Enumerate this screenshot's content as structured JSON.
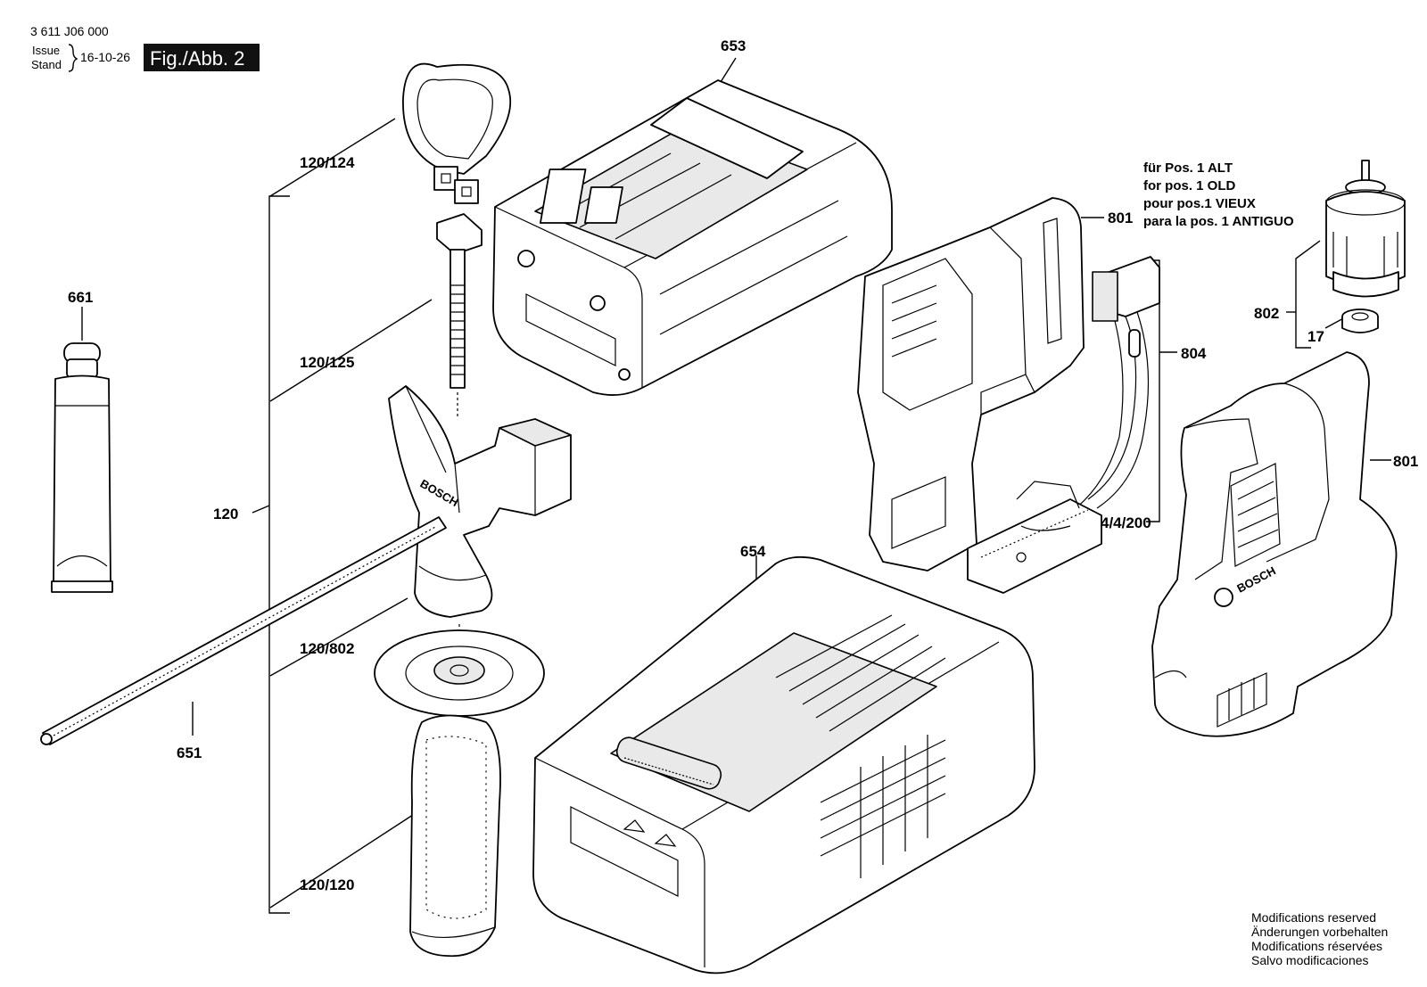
{
  "header": {
    "doc_number": "3 611 J06 000",
    "issue_label": "Issue",
    "stand_label": "Stand",
    "date": "16-10-26",
    "figure_tag": "Fig./Abb. 2"
  },
  "callouts": {
    "p653": "653",
    "p661": "661",
    "p120_124": "120/124",
    "p120_125": "120/125",
    "p120": "120",
    "p120_802": "120/802",
    "p651": "651",
    "p120_120": "120/120",
    "p654": "654",
    "p801_top": "801",
    "p804": "804",
    "p4_4_200": "4/4/200",
    "p802": "802",
    "p17": "17",
    "p801_side": "801"
  },
  "note": {
    "line1": "für Pos. 1 ALT",
    "line2": "for pos. 1 OLD",
    "line3": "pour pos.1 VIEUX",
    "line4": "para la pos. 1 ANTIGUO"
  },
  "footer": {
    "line1": "Modifications reserved",
    "line2": "Änderungen vorbehalten",
    "line3": "Modifications réservées",
    "line4": "Salvo modificaciones"
  },
  "logos": [
    "BOSCH"
  ]
}
